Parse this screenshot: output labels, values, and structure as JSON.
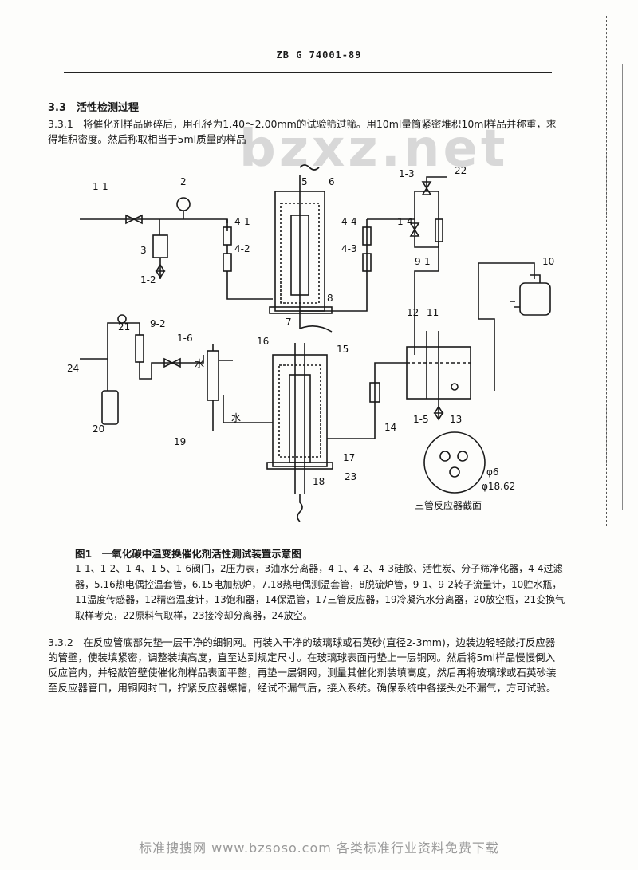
{
  "header": {
    "doc_code": "ZB G 74001-89",
    "watermark": "bzxz.net"
  },
  "section": {
    "heading": "3.3　活性检测过程",
    "p1": "3.3.1　将催化剂样品砸碎后，用孔径为1.40～2.00mm的试验筛过筛。用10ml量筒紧密堆积10ml样品并称重，求得堆积密度。然后称取相当于5ml质量的样品"
  },
  "figure": {
    "caption": "图1　一氧化碳中温变换催化剂活性测试装置示意图",
    "legend": "1-1、1-2、1-4、1-5、1-6阀门，2压力表，3油水分离器，4-1、4-2、4-3硅胶、活性炭、分子筛净化器，4-4过滤器，5.16热电偶控温套管，6.15电加热炉，7.18热电偶测温套管，8脱硫炉管，9-1、9-2转子流量计，10贮水瓶，11温度传感器，12精密温度计，13饱和器，14保温管，17三管反应器，19冷凝汽水分离器，20放空瓶，21变换气取样考克，22原料气取样，23接冷却分离器，24放空。",
    "labels": {
      "l1_1": "1-1",
      "l2": "2",
      "l3": "3",
      "l1_2": "1-2",
      "l4_1": "4-1",
      "l4_2": "4-2",
      "l5": "5",
      "l6": "6",
      "l8": "8",
      "l7": "7",
      "l1_3": "1-3",
      "l22": "22",
      "l4_4": "4-4",
      "l4_3": "4-3",
      "l1_4": "1-4",
      "l9_1": "9-1",
      "l10": "10",
      "l12": "12",
      "l11": "11",
      "l21": "21",
      "l9_2": "9-2",
      "l1_6": "1-6",
      "l24": "24",
      "l20": "20",
      "l19": "19",
      "l16": "16",
      "l15": "15",
      "l14": "14",
      "l1_5": "1-5",
      "l13": "13",
      "l17": "17",
      "l23": "23",
      "l18": "18",
      "water1": "水",
      "water2": "水",
      "d6": "φ6",
      "d18": "φ18.62",
      "section_note": "三管反应器截面"
    }
  },
  "section2": {
    "p2": "3.3.2　在反应管底部先垫一层干净的细铜网。再装入干净的玻璃球或石英砂(直径2-3mm)，边装边轻轻敲打反应器的管壁，使装填紧密，调整装填高度，直至达到规定尺寸。在玻璃球表面再垫上一层铜网。然后将5ml样品慢慢倒入反应管内，并轻敲管壁使催化剂样品表面平整，再垫一层铜网，测量其催化剂装填高度，然后再将玻璃球或石英砂装至反应器管口，用铜网封口，拧紧反应器螺帽，经试不漏气后，接入系统。确保系统中各接头处不漏气，方可试验。"
  },
  "footer": {
    "text": "标准搜搜网 www.bzsoso.com 各类标准行业资料免费下载"
  }
}
